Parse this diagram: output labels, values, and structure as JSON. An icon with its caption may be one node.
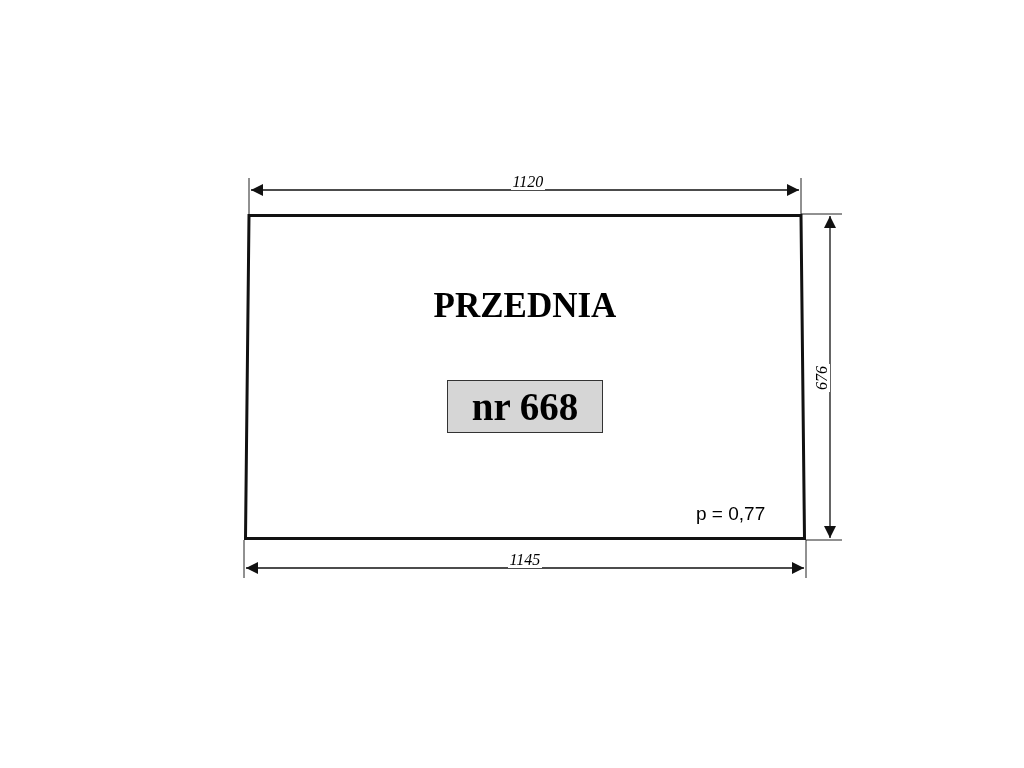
{
  "diagram": {
    "nodes": [
      {
        "text": [
          "PRZEDNIA",
          "p = 0,77"
        ]
      },
      {
        "text": [
          "nr 668"
        ],
        "in": 0
      }
    ],
    "labels": [
      "1120",
      "676",
      "1145"
    ]
  }
}
